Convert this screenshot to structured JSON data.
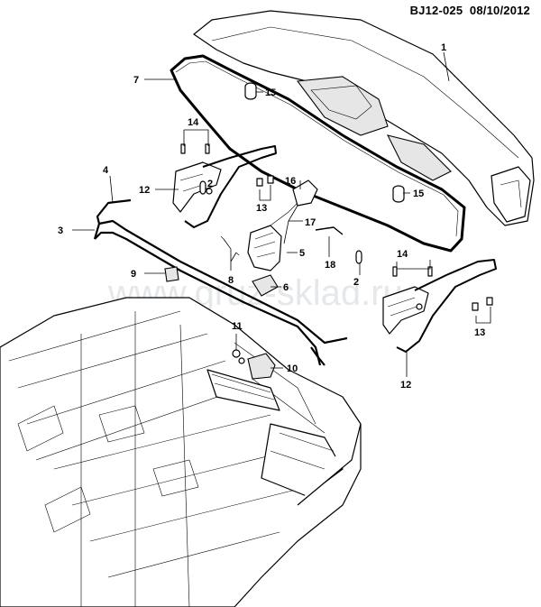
{
  "header": {
    "ref": "BJ12-025",
    "date": "08/10/2012"
  },
  "watermark": "www.gruz-sklad.ru",
  "callouts": {
    "c1": "1",
    "c2a": "2",
    "c2b": "2",
    "c3": "3",
    "c4": "4",
    "c5": "5",
    "c6": "6",
    "c7": "7",
    "c8": "8",
    "c9": "9",
    "c10": "10",
    "c11": "11",
    "c12a": "12",
    "c12b": "12",
    "c13a": "13",
    "c13b": "13",
    "c14a": "14",
    "c14b": "14",
    "c15a": "15",
    "c15b": "15",
    "c16": "16",
    "c17": "17",
    "c18": "18"
  }
}
